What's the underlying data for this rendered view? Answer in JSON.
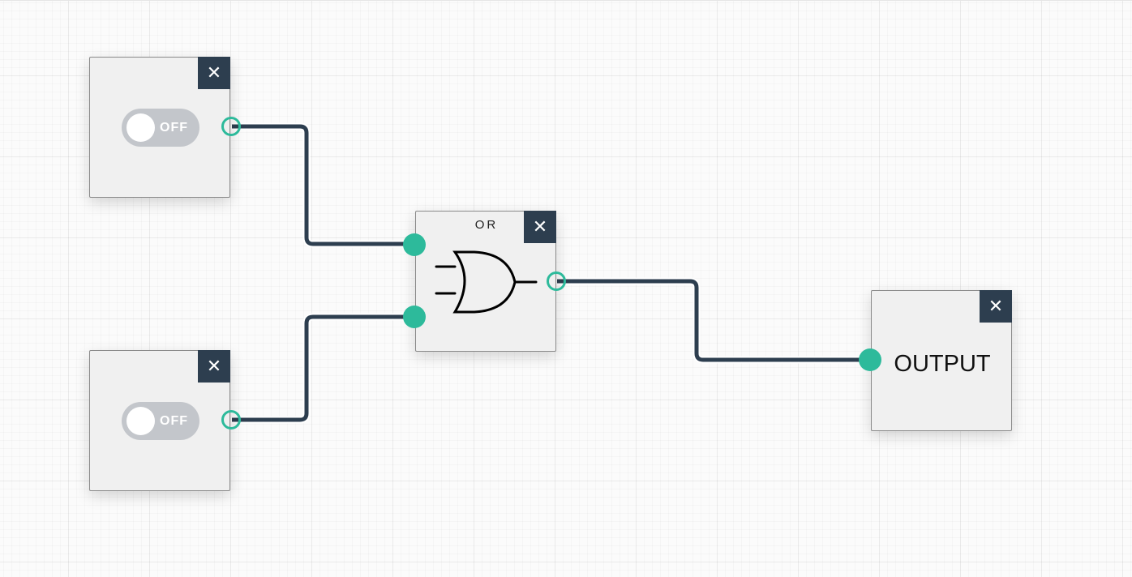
{
  "colors": {
    "wire": "#2d3e4f",
    "port": "#2dba9b",
    "close_button": "#2d3e4f",
    "toggle_off": "#c3c6cb"
  },
  "nodes": {
    "switch_1": {
      "toggle_label": "OFF",
      "close_label": "✕"
    },
    "switch_2": {
      "toggle_label": "OFF",
      "close_label": "✕"
    },
    "or_gate": {
      "title": "OR",
      "close_label": "✕"
    },
    "output": {
      "label": "OUTPUT",
      "close_label": "✕"
    }
  }
}
